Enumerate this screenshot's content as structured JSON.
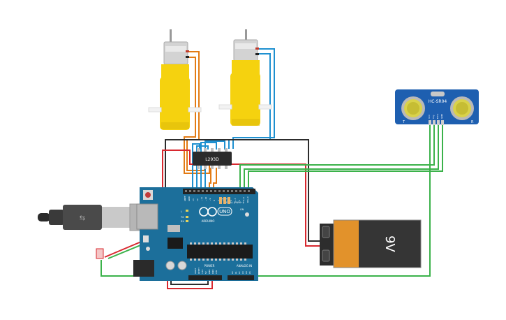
{
  "components": {
    "motor_left": {
      "label": ""
    },
    "motor_right": {
      "label": ""
    },
    "driver_ic": {
      "label": "L293D"
    },
    "ultrasonic": {
      "label": "HC-SR04",
      "pin_t": "T",
      "pin_r": "R",
      "pins": [
        "VCC",
        "Trig",
        "Echo",
        "GND"
      ]
    },
    "battery": {
      "label": "9V"
    },
    "arduino": {
      "model": "UNO",
      "brand": "ARDUINO",
      "power_label": "POWER",
      "analog_label": "ANALOG IN",
      "digital_label": "DIGITAL (PWM~)",
      "tx_label": "TX",
      "rx_label": "RX",
      "l_label": "L",
      "on_label": "ON",
      "power_pins": [
        "IOREF",
        "RESET",
        "3.3V",
        "5V",
        "GND",
        "GND",
        "VIN"
      ],
      "analog_pins": [
        "A0",
        "A1",
        "A2",
        "A3",
        "A4",
        "A5"
      ],
      "digital_pins": [
        "AREF",
        "GND",
        "13",
        "12",
        "~11",
        "~10",
        "~9",
        "8",
        "7",
        "~6",
        "~5",
        "4",
        "~3",
        "2",
        "TX→1",
        "RX←0"
      ]
    }
  },
  "colors": {
    "motor_yellow": "#f5d20f",
    "board_blue": "#1c6f9b",
    "wire_orange": "#e37b14",
    "wire_blue": "#1e90d0",
    "wire_red": "#d8282f",
    "wire_black": "#2c2c2c",
    "wire_green": "#3bb24a",
    "battery_orange": "#e2922b",
    "battery_dark": "#333333"
  }
}
